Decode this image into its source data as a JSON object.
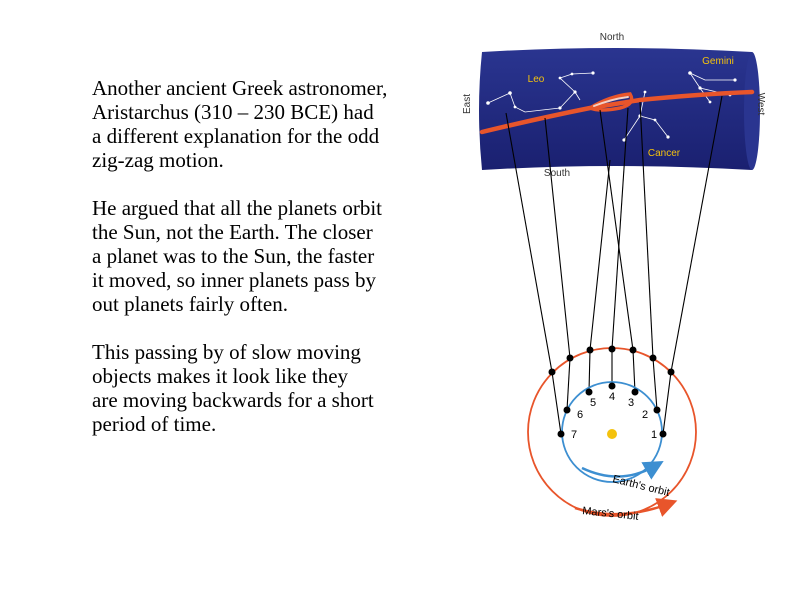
{
  "text": {
    "paragraph1": "Another ancient Greek astronomer,\nAristarchus (310 – 230 BCE) had\na different explanation for the odd\nzig-zag motion.",
    "paragraph2": "He argued that all the planets orbit\nthe Sun, not the Earth.  The closer\na planet was to the Sun, the faster\nit moved, so inner planets pass by\nout planets fairly often.",
    "paragraph3": "This passing by of slow moving\nobjects makes it look like they\nare moving backwards for a short\nperiod of time."
  },
  "sky": {
    "north": "North",
    "south": "South",
    "east": "East",
    "west": "West",
    "leo": "Leo",
    "gemini": "Gemini",
    "cancer": "Cancer"
  },
  "orbits": {
    "earth_label": "Earth's orbit",
    "mars_label": "Mars's orbit",
    "positions": [
      "1",
      "2",
      "3",
      "4",
      "5",
      "6",
      "7"
    ]
  },
  "colors": {
    "sky_band": "#1f2a80",
    "mars_path": "#e8552b",
    "earth_orbit": "#3d8fd1",
    "sun": "#f4c20d"
  }
}
